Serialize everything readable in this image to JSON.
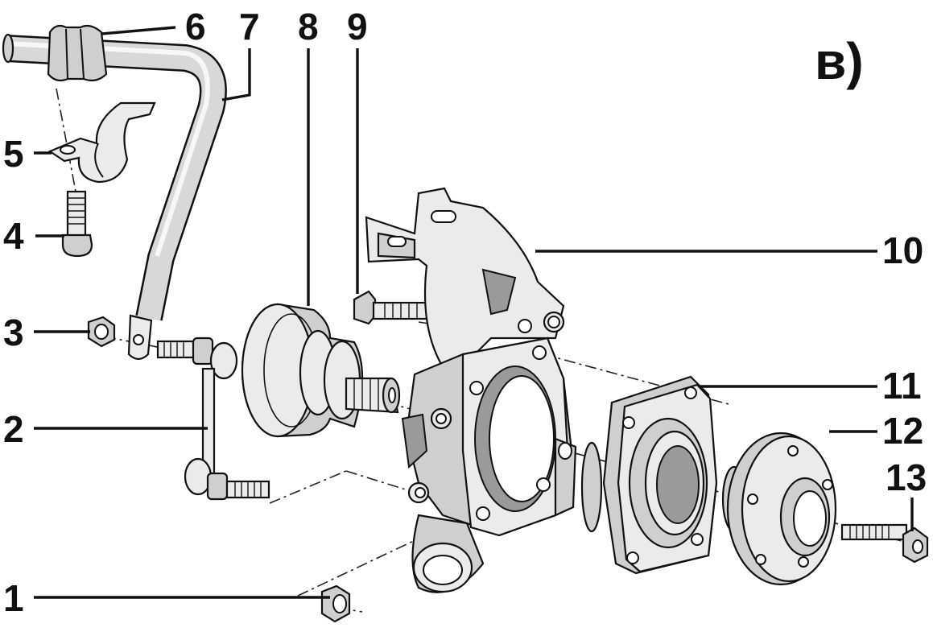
{
  "panel_label": "в)",
  "callouts": [
    {
      "id": 1,
      "text": "1"
    },
    {
      "id": 2,
      "text": "2"
    },
    {
      "id": 3,
      "text": "3"
    },
    {
      "id": 4,
      "text": "4"
    },
    {
      "id": 5,
      "text": "5"
    },
    {
      "id": 6,
      "text": "6"
    },
    {
      "id": 7,
      "text": "7"
    },
    {
      "id": 8,
      "text": "8"
    },
    {
      "id": 9,
      "text": "9"
    },
    {
      "id": 10,
      "text": "10"
    },
    {
      "id": 11,
      "text": "11"
    },
    {
      "id": 12,
      "text": "12"
    },
    {
      "id": 13,
      "text": "13"
    }
  ],
  "colors": {
    "ink": "#111111",
    "metal_light": "#ebebeb",
    "metal_mid": "#cfcfcf",
    "metal_dark": "#9a9a9a",
    "background": "#ffffff"
  }
}
